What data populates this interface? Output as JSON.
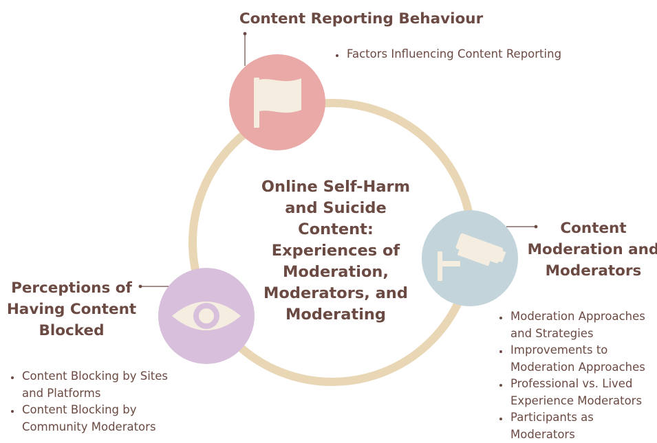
{
  "center": {
    "lines": [
      "Online Self-Harm",
      "and Suicide",
      "Content:",
      "Experiences of",
      "Moderation,",
      "Moderators, and",
      "Moderating"
    ]
  },
  "topics": [
    {
      "id": "reporting",
      "title_lines": [
        "Content Reporting Behaviour"
      ],
      "icon": "flag-icon",
      "node_color": "#e9a9a6",
      "bullets": [
        "Factors Influencing Content Reporting"
      ]
    },
    {
      "id": "moderation",
      "title_lines": [
        "Content",
        "Moderation and",
        "Moderators"
      ],
      "icon": "cctv-camera-icon",
      "node_color": "#c3d5da",
      "bullets": [
        [
          "Moderation Approaches",
          "and Strategies"
        ],
        [
          "Improvements to",
          "Moderation Approaches"
        ],
        [
          "Professional vs. Lived",
          "Experience Moderators"
        ],
        [
          "Participants as",
          "Moderators"
        ]
      ]
    },
    {
      "id": "blocked",
      "title_lines": [
        "Perceptions of",
        "Having Content",
        "Blocked"
      ],
      "icon": "eye-icon",
      "node_color": "#d8bfdb",
      "bullets": [
        [
          "Content Blocking by Sites",
          "and Platforms"
        ],
        [
          "Content Blocking by",
          "Community Moderators"
        ]
      ]
    }
  ],
  "colors": {
    "ring": "#e8d6b5",
    "text": "#6b4a43",
    "icon": "#f5eee0",
    "connector": "#6b4a43"
  }
}
